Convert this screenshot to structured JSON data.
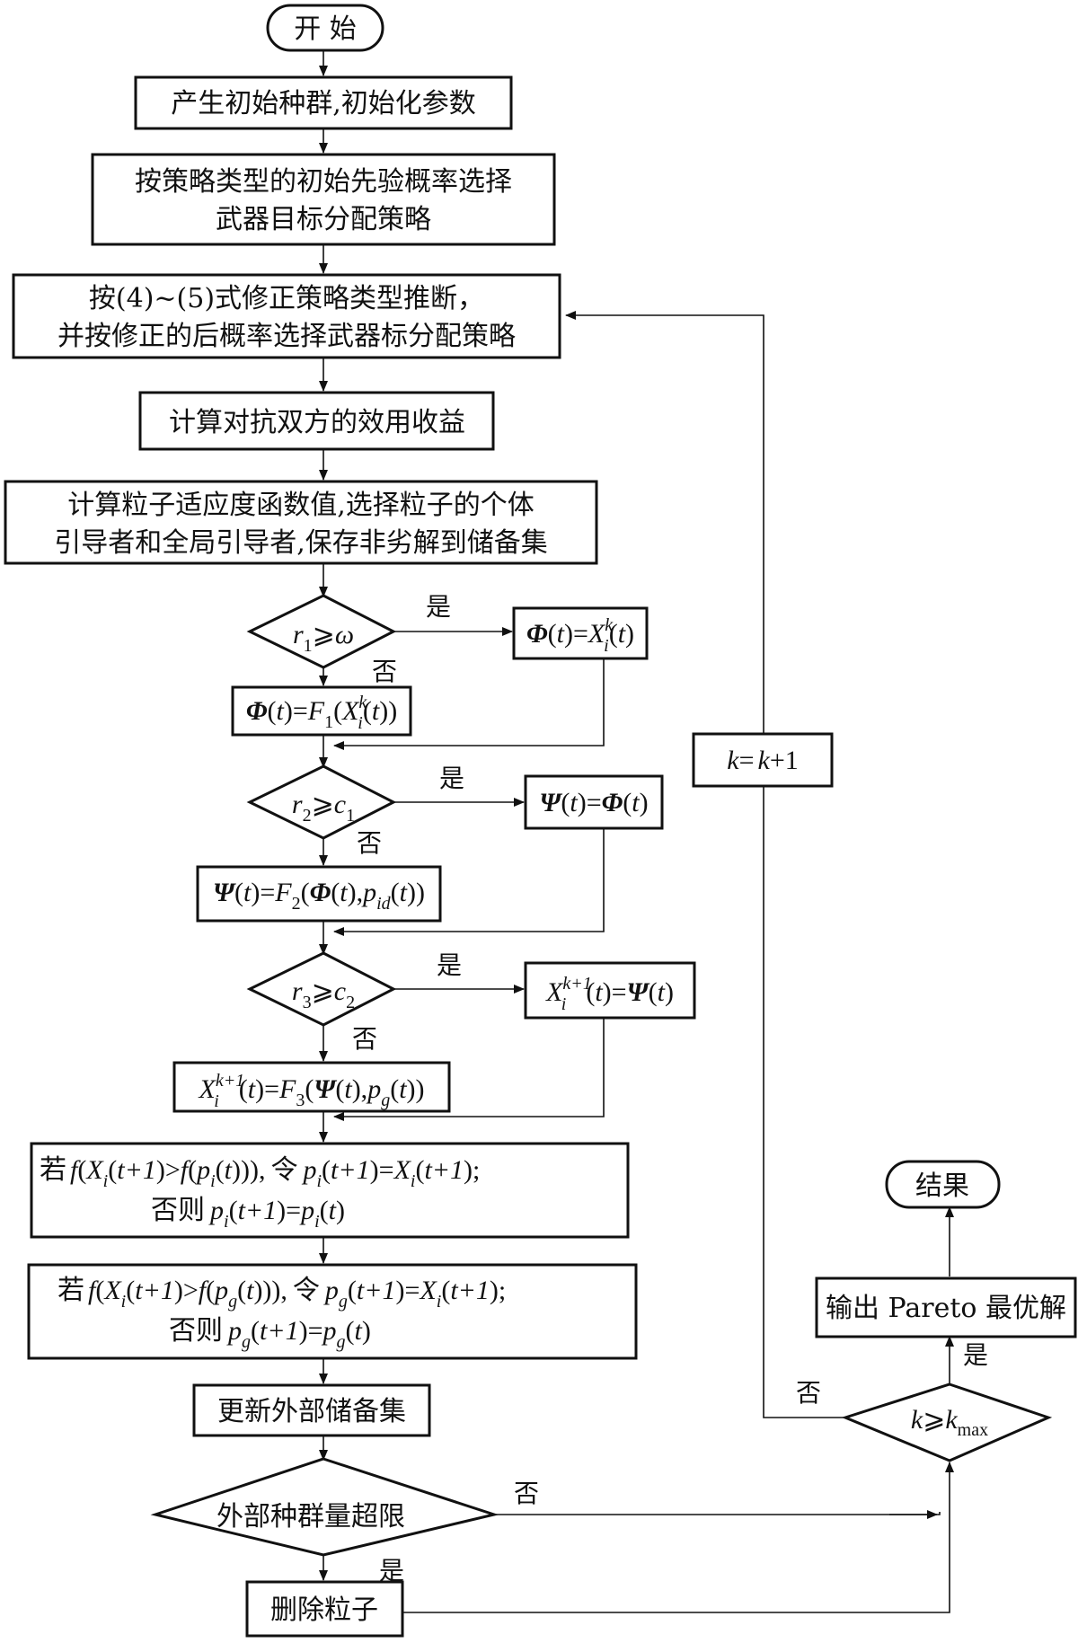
{
  "nodes": {
    "start": "开 始",
    "init": "产生初始种群,初始化参数",
    "select_line1": "按策略类型的初始先验概率选择",
    "select_line2": "武器目标分配策略",
    "correct_line1": "按(4)~(5)式修正策略类型推断，",
    "correct_line2": "并按修正的后概率选择武器标分配策略",
    "utility": "计算对抗双方的效用收益",
    "fitness_line1": "计算粒子适应度函数值,选择粒子的个体",
    "fitness_line2": "引导者和全局引导者,保存非劣解到储备集",
    "update_archive": "更新外部储备集",
    "overflow_check": "外部种群量超限",
    "delete": "删除粒子",
    "output": "输出 Pareto 最优解",
    "end": "结果"
  },
  "labels": {
    "yes": "是",
    "no": "否",
    "ruo": "若",
    "ling": "令",
    "fouze": "否则"
  },
  "math": {
    "Phi": "Φ",
    "Psi": "Ψ",
    "omega": "ω",
    "t": "t",
    "r": "r",
    "c": "c",
    "X": "X",
    "F": "F",
    "p": "p",
    "f": "f",
    "k": "k",
    "i": "i",
    "g": "g",
    "id": "id",
    "one": "1",
    "two": "2",
    "three": "3",
    "kp1": "k+1",
    "tp1": "t+1",
    "max": "max",
    "geq": "⩾",
    "eq": "=",
    "plus1": "+1"
  }
}
